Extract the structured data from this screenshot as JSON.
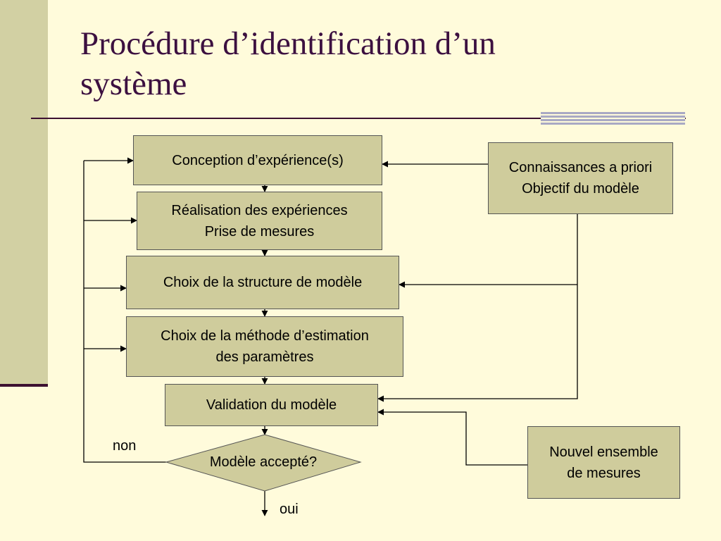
{
  "slide": {
    "title": "Procédure d’identification d’un système"
  },
  "flowchart": {
    "conception": "Conception d’expérience(s)",
    "realisation": {
      "line1": "Réalisation des expériences",
      "line2": "Prise de mesures"
    },
    "structure": "Choix de la structure de modèle",
    "methode": {
      "line1": "Choix de la méthode d’estimation",
      "line2": "des paramètres"
    },
    "validation": "Validation du modèle",
    "decision": "Modèle accepté?",
    "connaissances": {
      "line1": "Connaissances a priori",
      "line2": "Objectif du modèle"
    },
    "nouvel": {
      "line1": "Nouvel ensemble",
      "line2": "de mesures"
    },
    "label_non": "non",
    "label_oui": "oui"
  }
}
